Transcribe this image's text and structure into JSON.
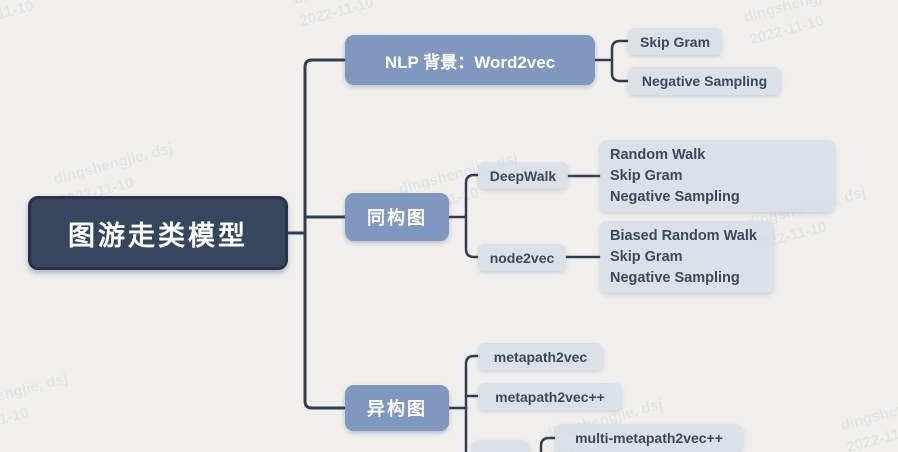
{
  "root": {
    "label": "图游走类模型"
  },
  "nlp": {
    "label": "NLP 背景：Word2vec",
    "children": [
      "Skip Gram",
      "Negative Sampling"
    ]
  },
  "homogeneous": {
    "label": "同构图",
    "deepwalk": {
      "label": "DeepWalk",
      "details": [
        "Random Walk",
        "Skip Gram",
        "Negative Sampling"
      ]
    },
    "node2vec": {
      "label": "node2vec",
      "details": [
        "Biased Random Walk",
        "Skip Gram",
        "Negative Sampling"
      ]
    }
  },
  "heterogeneous": {
    "label": "异构图",
    "children": [
      "metapath2vec",
      "metapath2vec++",
      "multi-metapath2vec++"
    ]
  },
  "watermark": {
    "name": "dingshengjie, dsj",
    "date": "2022-11-10"
  },
  "colors": {
    "background": "#f0efed",
    "root_fill": "#35465f",
    "root_border": "#24344a",
    "branch_fill": "#8097c0",
    "leaf_fill": "#d7dee8",
    "leaf_text": "#3c4a5e",
    "line": "#2f3e53"
  }
}
